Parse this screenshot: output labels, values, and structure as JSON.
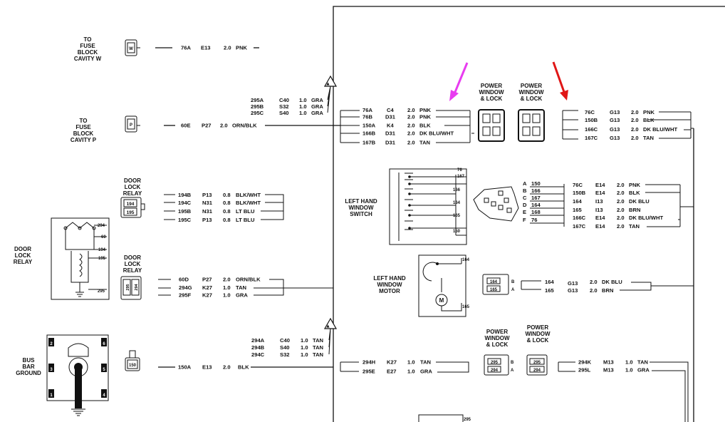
{
  "labels": {
    "fuse_w": [
      "TO",
      "FUSE",
      "BLOCK",
      "CAVITY W"
    ],
    "fuse_p": [
      "TO",
      "FUSE",
      "BLOCK",
      "CAVITY P"
    ],
    "door_lock_relay_top": [
      "DOOR",
      "LOCK",
      "RELAY"
    ],
    "door_lock_relay_side": [
      "DOOR",
      "LOCK",
      "RELAY"
    ],
    "door_lock_relay_bottom": [
      "DOOR",
      "LOCK",
      "RELAY"
    ],
    "bus_bar_ground": [
      "BUS",
      "BAR",
      "GROUND"
    ],
    "pwl_top_left": [
      "POWER",
      "WINDOW",
      "& LOCK"
    ],
    "pwl_top_right": [
      "POWER",
      "WINDOW",
      "& LOCK"
    ],
    "lh_window_switch": [
      "LEFT HAND",
      "WINDOW",
      "SWITCH"
    ],
    "lh_window_motor": [
      "LEFT HAND",
      "WINDOW",
      "MOTOR"
    ],
    "pwl_bottom_left": [
      "POWER",
      "WINDOW",
      "& LOCK"
    ],
    "pwl_bottom_right": [
      "POWER",
      "WINDOW",
      "& LOCK"
    ]
  },
  "connector_marks": {
    "fuse_w_pin": "W",
    "fuse_p_pin": "P",
    "relay_194": "194",
    "relay_195": "195",
    "relay_295": "295",
    "relay_294": "294",
    "ground_pin": "150",
    "relay_pin_294": "294",
    "relay_pin_60": "60",
    "relay_pin_194": "194",
    "relay_pin_195": "195",
    "relay_pin_295": "295",
    "bus_bar_pins": [
      "1",
      "2",
      "3",
      "4",
      "5",
      "6"
    ],
    "motor_pin_164": "164",
    "motor_pin_165": "165",
    "motor_symbol": "M",
    "switch_pin_76": "76",
    "switch_pin_167": "167",
    "switch_pin_166a": "166",
    "switch_pin_164": "164",
    "switch_pin_165": "165",
    "switch_pin_150": "150",
    "motor_conn_164": "164",
    "motor_conn_165": "165",
    "motor_conn_a": "A",
    "motor_conn_b": "B",
    "pwl_295a": "295",
    "pwl_294a": "294",
    "pwl_295b": "295",
    "pwl_294b": "294",
    "pwl_a": "A",
    "pwl_b": "B",
    "bottom_295": "295"
  },
  "wires": {
    "fuse_w": [
      {
        "circuit": "76A",
        "loc": "E13",
        "gauge": "2.0",
        "color": "PNK"
      }
    ],
    "splice_top": [
      {
        "circuit": "295A",
        "loc": "C40",
        "gauge": "1.0",
        "color": "GRA"
      },
      {
        "circuit": "295B",
        "loc": "S32",
        "gauge": "1.0",
        "color": "GRA"
      },
      {
        "circuit": "295C",
        "loc": "S40",
        "gauge": "1.0",
        "color": "GRA"
      }
    ],
    "fuse_p": [
      {
        "circuit": "60E",
        "loc": "P27",
        "gauge": "2.0",
        "color": "ORN/BLK"
      }
    ],
    "relay_top": [
      {
        "circuit": "194B",
        "loc": "P13",
        "gauge": "0.8",
        "color": "BLK/WHT"
      },
      {
        "circuit": "194C",
        "loc": "N31",
        "gauge": "0.8",
        "color": "BLK/WHT"
      },
      {
        "circuit": "195B",
        "loc": "N31",
        "gauge": "0.8",
        "color": "LT BLU"
      },
      {
        "circuit": "195C",
        "loc": "P13",
        "gauge": "0.8",
        "color": "LT BLU"
      }
    ],
    "relay_bottom": [
      {
        "circuit": "60D",
        "loc": "P27",
        "gauge": "2.0",
        "color": "ORN/BLK"
      },
      {
        "circuit": "294G",
        "loc": "K27",
        "gauge": "1.0",
        "color": "TAN"
      },
      {
        "circuit": "295F",
        "loc": "K27",
        "gauge": "1.0",
        "color": "GRA"
      }
    ],
    "splice_bottom": [
      {
        "circuit": "294A",
        "loc": "C40",
        "gauge": "1.0",
        "color": "TAN"
      },
      {
        "circuit": "294B",
        "loc": "S40",
        "gauge": "1.0",
        "color": "TAN"
      },
      {
        "circuit": "294C",
        "loc": "S32",
        "gauge": "1.0",
        "color": "TAN"
      }
    ],
    "ground": [
      {
        "circuit": "150A",
        "loc": "E13",
        "gauge": "2.0",
        "color": "BLK"
      }
    ],
    "pwl_left": [
      {
        "circuit": "76A",
        "loc": "C4",
        "gauge": "2.0",
        "color": "PNK"
      },
      {
        "circuit": "76B",
        "loc": "D31",
        "gauge": "2.0",
        "color": "PNK"
      },
      {
        "circuit": "150A",
        "loc": "K4",
        "gauge": "2.0",
        "color": "BLK"
      },
      {
        "circuit": "166B",
        "loc": "D31",
        "gauge": "2.0",
        "color": "DK BLU/WHT"
      },
      {
        "circuit": "167B",
        "loc": "D31",
        "gauge": "2.0",
        "color": "TAN"
      }
    ],
    "pwl_right": [
      {
        "circuit": "76C",
        "loc": "G13",
        "gauge": "2.0",
        "color": "PNK"
      },
      {
        "circuit": "150B",
        "loc": "G13",
        "gauge": "2.0",
        "color": "BLK"
      },
      {
        "circuit": "166C",
        "loc": "G13",
        "gauge": "2.0",
        "color": "DK BLU/WHT"
      },
      {
        "circuit": "167C",
        "loc": "G13",
        "gauge": "2.0",
        "color": "TAN"
      }
    ],
    "switch_conn": [
      {
        "pin": "A",
        "switch_circuit": "150",
        "circuit": "76C",
        "loc": "E14",
        "gauge": "2.0",
        "color": "PNK"
      },
      {
        "pin": "B",
        "switch_circuit": "166",
        "circuit": "150B",
        "loc": "E14",
        "gauge": "2.0",
        "color": "BLK"
      },
      {
        "pin": "C",
        "switch_circuit": "167",
        "circuit": "164",
        "loc": "I13",
        "gauge": "2.0",
        "color": "DK BLU"
      },
      {
        "pin": "D",
        "switch_circuit": "164",
        "circuit": "165",
        "loc": "I13",
        "gauge": "2.0",
        "color": "BRN"
      },
      {
        "pin": "E",
        "switch_circuit": "168",
        "circuit": "166C",
        "loc": "E14",
        "gauge": "2.0",
        "color": "DK BLU/WHT"
      },
      {
        "pin": "F",
        "switch_circuit": "76",
        "circuit": "167C",
        "loc": "E14",
        "gauge": "2.0",
        "color": "TAN"
      }
    ],
    "motor": [
      {
        "circuit": "164",
        "loc": "G13",
        "gauge": "2.0",
        "color": "DK BLU"
      },
      {
        "circuit": "165",
        "loc": "G13",
        "gauge": "2.0",
        "color": "BRN"
      }
    ],
    "pwl_bottom_left": [
      {
        "circuit": "294H",
        "loc": "K27",
        "gauge": "1.0",
        "color": "TAN"
      },
      {
        "circuit": "295E",
        "loc": "E27",
        "gauge": "1.0",
        "color": "GRA"
      }
    ],
    "pwl_bottom_right": [
      {
        "circuit": "294K",
        "loc": "M13",
        "gauge": "1.0",
        "color": "TAN"
      },
      {
        "circuit": "295L",
        "loc": "M13",
        "gauge": "1.0",
        "color": "GRA"
      }
    ]
  },
  "colors": {
    "ink": "#111111",
    "background": "#ffffff",
    "arrow_magenta": "#e83cf0",
    "arrow_red": "#e01616"
  }
}
